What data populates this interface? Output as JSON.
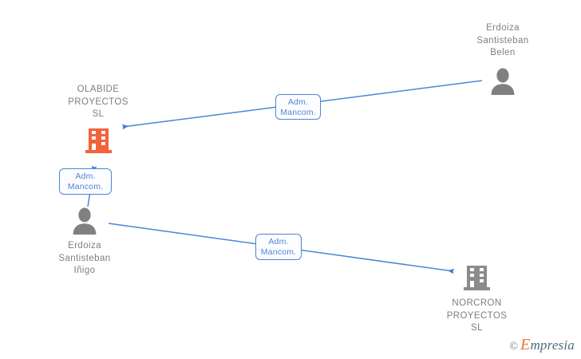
{
  "diagram": {
    "title": "Empresia company relationship graph",
    "background_color": "#ffffff",
    "edge_color": "#4a86d6",
    "company_active_color": "#f4623a",
    "company_other_color": "#8b8b8b",
    "person_color": "#808080",
    "label_text_color": "#808080"
  },
  "nodes": [
    {
      "id": "olabide",
      "type": "company",
      "label": "OLABIDE\nPROYECTOS\nSL",
      "icon": "building-icon",
      "color": "#f4623a",
      "highlight": true
    },
    {
      "id": "belen",
      "type": "person",
      "label": "Erdoiza\nSantisteban\nBelen",
      "icon": "person-icon",
      "color": "#808080",
      "highlight": false
    },
    {
      "id": "inigo",
      "type": "person",
      "label": "Erdoiza\nSantisteban\nIñigo",
      "icon": "person-icon",
      "color": "#808080",
      "highlight": false
    },
    {
      "id": "norcron",
      "type": "company",
      "label": "NORCRON\nPROYECTOS\nSL",
      "icon": "building-icon",
      "color": "#8b8b8b",
      "highlight": false
    }
  ],
  "edges": [
    {
      "id": "edge-belen-olabide",
      "from": "belen",
      "to": "olabide",
      "label_line1": "Adm.",
      "label_line2": "Mancom.",
      "arrow": "end"
    },
    {
      "id": "edge-inigo-olabide",
      "from": "inigo",
      "to": "olabide",
      "label_line1": "Adm.",
      "label_line2": "Mancom.",
      "arrow": "end"
    },
    {
      "id": "edge-inigo-norcron",
      "from": "inigo",
      "to": "norcron",
      "label_line1": "Adm.",
      "label_line2": "Mancom.",
      "arrow": "end"
    }
  ],
  "watermark": {
    "copyright": "©",
    "brand_initial": "E",
    "brand_rest": "mpresia"
  }
}
